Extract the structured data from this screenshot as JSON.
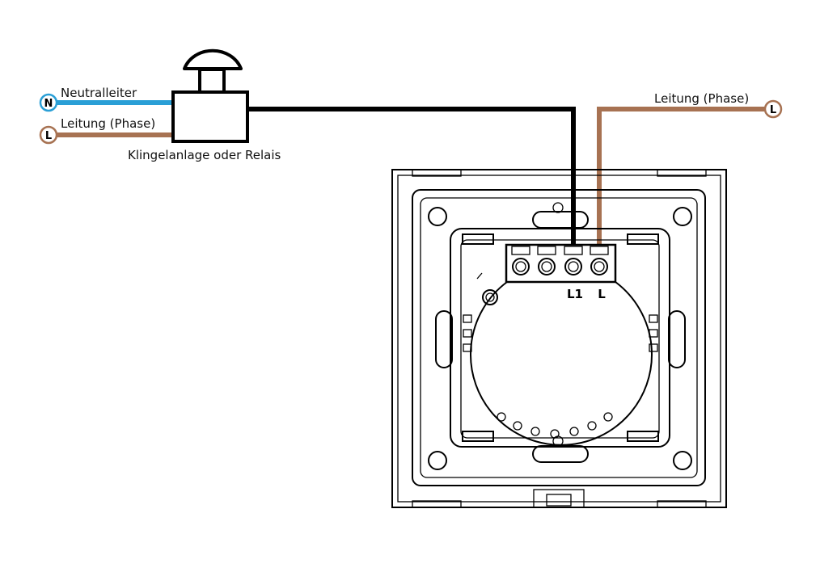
{
  "colors": {
    "neutral": "#2a9fd6",
    "phase": "#a77252",
    "wire": "#000000"
  },
  "left": {
    "neutral_symbol": "N",
    "neutral_label": "Neutralleiter",
    "phase_symbol": "L",
    "phase_label": "Leitung (Phase)",
    "device_label": "Klingelanlage oder Relais",
    "device_icon": "bell-button-icon"
  },
  "right": {
    "phase_label": "Leitung (Phase)",
    "phase_symbol": "L"
  },
  "switch": {
    "terminal_l1": "L1",
    "terminal_l": "L"
  }
}
